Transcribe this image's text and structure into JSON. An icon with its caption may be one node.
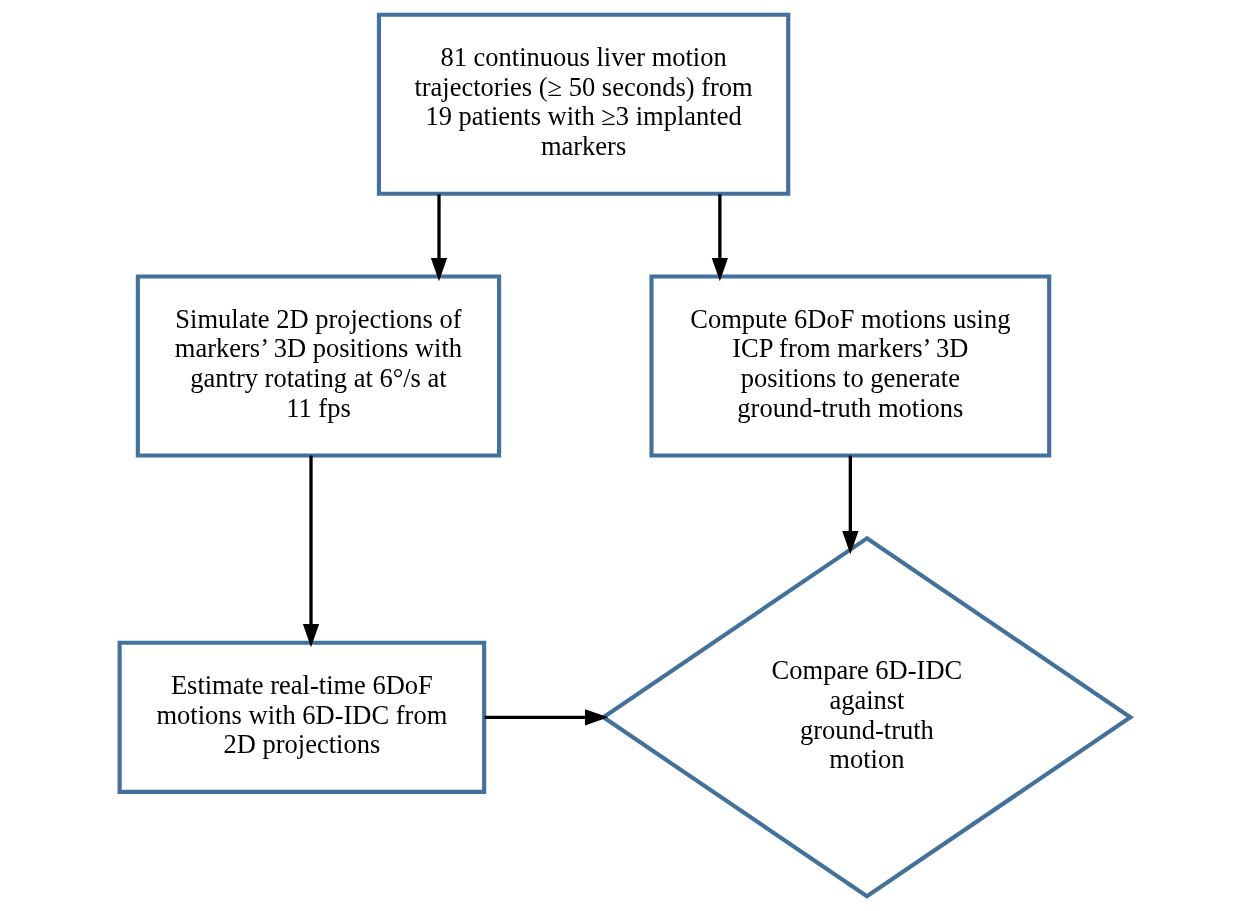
{
  "diagram": {
    "nodes": [
      {
        "text": [
          "81 continuous liver motion trajectories (≥ 50 seconds) from 19 patients with ≥3 implanted markers"
        ]
      },
      {
        "text": [
          "Simulate 2D projections of markers’ 3D positions with gantry rotating at 6°/s at 11 fps"
        ]
      },
      {
        "text": [
          "Compute 6DoF motions using ICP from markers’ 3D positions to generate ground-truth motions"
        ]
      },
      {
        "text": [
          "Estimate real-time 6DoF motions with 6D-IDC from 2D projections"
        ]
      },
      {
        "text": [
          "Compare 6D-IDC against ground-truth motion"
        ]
      }
    ],
    "edges": [
      {
        "from": 0,
        "to": 1,
        "arrow": "to"
      },
      {
        "from": 0,
        "to": 2,
        "arrow": "to"
      },
      {
        "from": 1,
        "to": 3,
        "arrow": "to"
      },
      {
        "from": 2,
        "to": 4,
        "arrow": "to"
      },
      {
        "from": 3,
        "to": 4,
        "arrow": "to"
      }
    ]
  }
}
